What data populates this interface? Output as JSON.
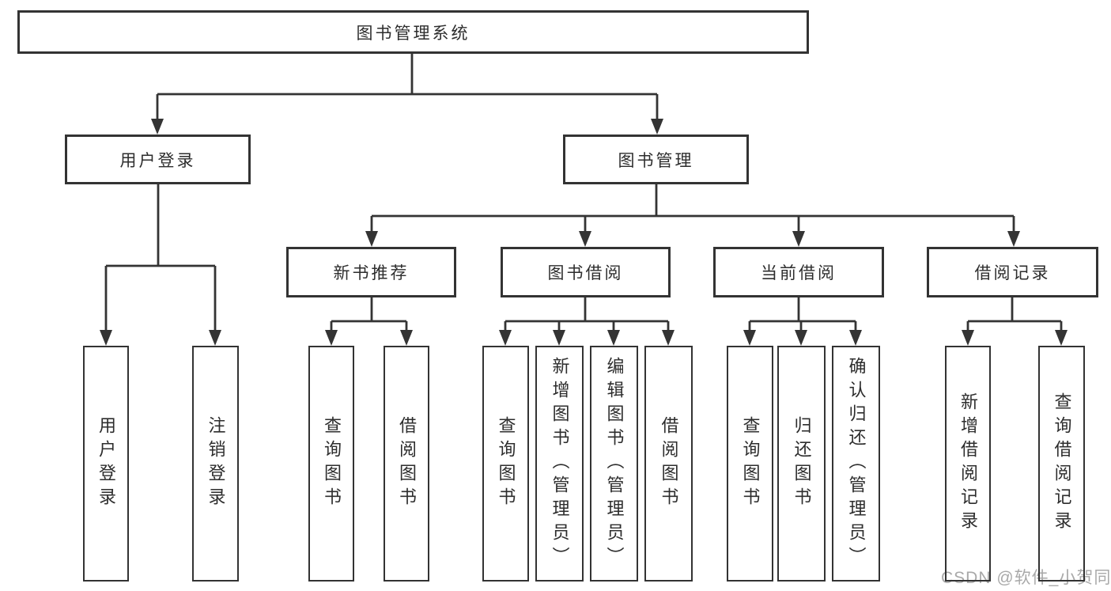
{
  "title": "图书管理系统",
  "nodes": {
    "user_login": "用户登录",
    "book_mgmt": "图书管理",
    "new_books": "新书推荐",
    "borrow": "图书借阅",
    "current": "当前借阅",
    "records": "借阅记录"
  },
  "leaves": {
    "user_login": [
      "用户登录",
      "注销登录"
    ],
    "new_books": [
      "查询图书",
      "借阅图书"
    ],
    "borrow": [
      "查询图书",
      "新增图书（管理员）",
      "编辑图书（管理员）",
      "借阅图书"
    ],
    "current": [
      "查询图书",
      "归还图书",
      "确认归还（管理员）"
    ],
    "records": [
      "新增借阅记录",
      "查询借阅记录"
    ]
  },
  "watermark": "CSDN @软件_小贺同学",
  "colors": {
    "line": "#343434",
    "text": "#2d2d2d",
    "watermark": "#a9a9a9"
  }
}
